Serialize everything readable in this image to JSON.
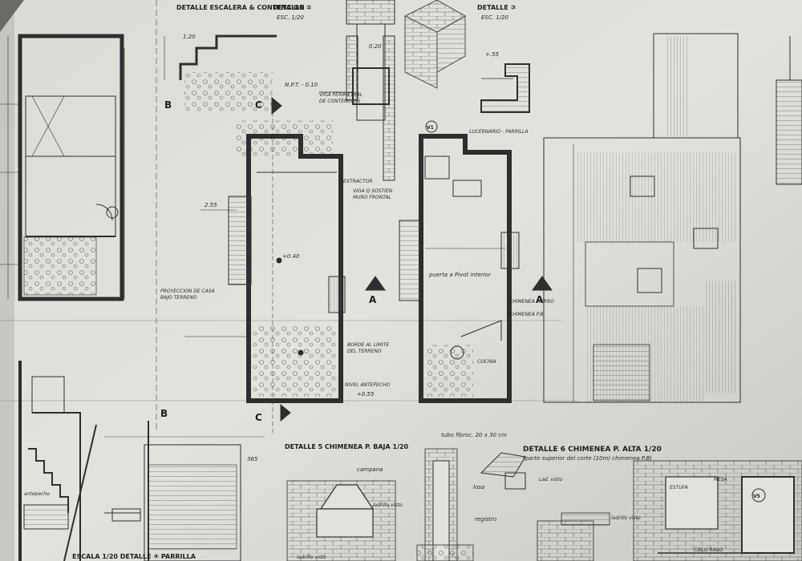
{
  "colors": {
    "paper": "#dcdbd6",
    "ink": "#2b2b2b",
    "wall": "#3a3a3a"
  },
  "titles": {
    "detalle_escalera": "DETALLE ESCALERA & CONTENCION",
    "detalle_2": "DETALLE ②",
    "detalle_2_esc": "ESC. 1/20",
    "detalle_3": "DETALLE ③",
    "detalle_3_esc": "ESC. 1/20",
    "detalle_5": "DETALLE 5 CHIMENEA   P. BAJA  1/20",
    "detalle_6": "DETALLE 6 CHIMENEA P. ALTA    1/20",
    "detalle_6_sub": "(parte superior del corte  (10m) chimenea  P.B)",
    "detalle_4": "ESCALA 1/20   DETALLE ④ PARRILLA"
  },
  "labels": {
    "viga_perimetral": "VIGA PERIMETRAL",
    "de_contencion": "DE CONTENCION",
    "viga_sostien": "VIGA Q SOSTIEN",
    "muro_frontal": "MURO FRONTAL",
    "npt": "N.P.T. - 0.10",
    "nivel_antepecho": "NIVEL ANTEPECHO",
    "nivel_antepecho_val": "+0.55",
    "borde_limite": "BORDE AL LIMITE",
    "del_terreno": "DEL TERRENO",
    "proyeccion": "PROYECCION DE CASA",
    "bajo_terreno": "BAJO TERRENO",
    "extractor": "EXTRACTOR",
    "puerta_pivot": "puerta a Pivot interior",
    "chimenea_fierro": "CHIMENEA FIERRO",
    "chimenea_pb": "CHIMENEA P.B",
    "cocina": "COCINA",
    "lucernario": "LUCERNARIO - PARRILLA",
    "tubo_fibroc": "tubo fibroc.  20 x 30 cm",
    "campana": "campana",
    "ladrillo_visto": "ladrillo visto",
    "registro": "registro",
    "losa": "losa",
    "lad_visto": "Lad. visto",
    "ladrillo_visto_2": "ladrillo visto",
    "estufa": "ESTUFA",
    "mesa": "MESA",
    "antepecho": "antepecho",
    "cielo_raso": "CIELO RASO",
    "ladrillo_visto_3": "ladrillo visto"
  },
  "markers": {
    "a": "A",
    "b": "B",
    "c": "C",
    "v1": "V1",
    "v5": "V5"
  },
  "dims": {
    "d_365": "365",
    "d_120": "1.20",
    "d_055": "+.55",
    "d_255": "2.55",
    "d_040": "+0.40",
    "d_020": "0.20"
  }
}
